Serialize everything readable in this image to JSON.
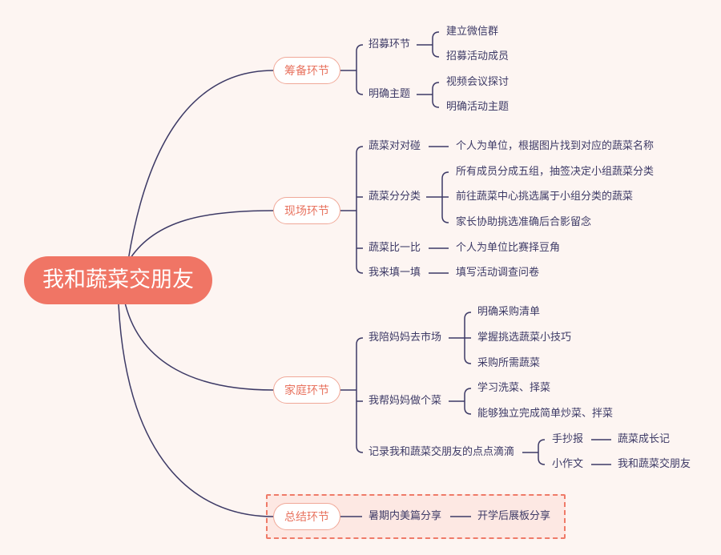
{
  "root": "我和蔬菜交朋友",
  "branches": [
    {
      "label": "筹备环节",
      "children": [
        {
          "label": "招募环节",
          "children": [
            "建立微信群",
            "招募活动成员"
          ]
        },
        {
          "label": "明确主题",
          "children": [
            "视频会议探讨",
            "明确活动主题"
          ]
        }
      ]
    },
    {
      "label": "现场环节",
      "children": [
        {
          "label": "蔬菜对对碰",
          "children": [
            "个人为单位，根据图片找到对应的蔬菜名称"
          ]
        },
        {
          "label": "蔬菜分分类",
          "children": [
            "所有成员分成五组，抽签决定小组蔬菜分类",
            "前往蔬菜中心挑选属于小组分类的蔬菜",
            "家长协助挑选准确后合影留念"
          ]
        },
        {
          "label": "蔬菜比一比",
          "children": [
            "个人为单位比赛择豆角"
          ]
        },
        {
          "label": "我来填一填",
          "children": [
            "填写活动调查问卷"
          ]
        }
      ]
    },
    {
      "label": "家庭环节",
      "children": [
        {
          "label": "我陪妈妈去市场",
          "children": [
            "明确采购清单",
            "掌握挑选蔬菜小技巧",
            "采购所需蔬菜"
          ]
        },
        {
          "label": "我帮妈妈做个菜",
          "children": [
            "学习洗菜、择菜",
            "能够独立完成简单炒菜、拌菜"
          ]
        },
        {
          "label": "记录我和蔬菜交朋友的点点滴滴",
          "children": [
            {
              "label": "手抄报",
              "child": "蔬菜成长记"
            },
            {
              "label": "小作文",
              "child": "我和蔬菜交朋友"
            }
          ]
        }
      ]
    },
    {
      "label": "总结环节",
      "children": [
        {
          "label": "暑期内美篇分享",
          "child": "开学后展板分享"
        }
      ]
    }
  ],
  "colors": {
    "root": "#f07565",
    "line": "#3d3a66",
    "accent": "#e8735f",
    "highlight_border": "#ef7a68"
  }
}
